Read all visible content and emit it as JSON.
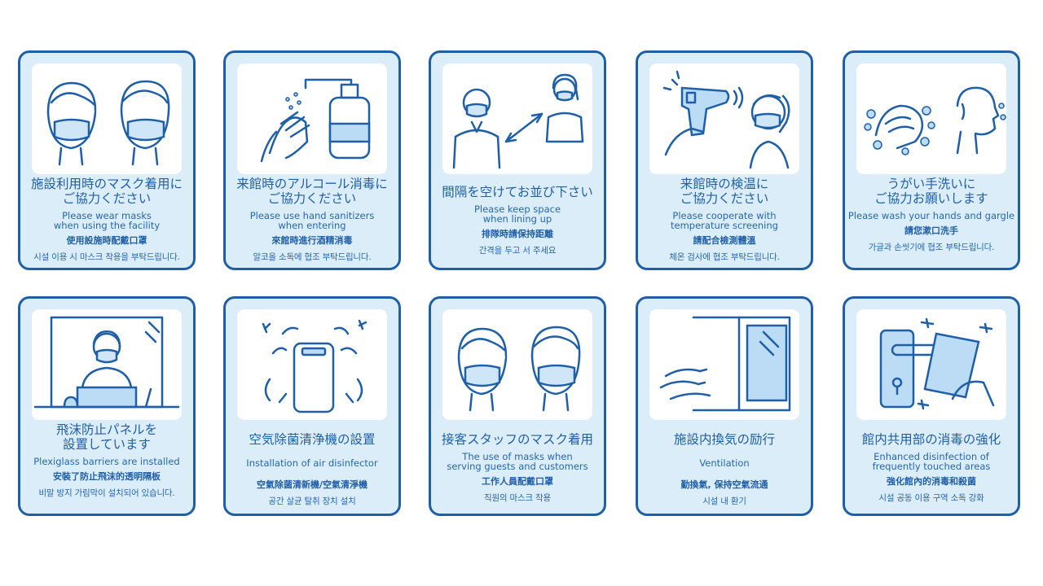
{
  "cards": [
    {
      "icon": "masked-people-icon",
      "ja": "施設利用時のマスク着用に\nご協力ください",
      "en": "Please wear masks\nwhen using the facility",
      "zh": "使用設施時配戴口罩",
      "ko": "시설 이용 시 마스크 착용을 부탁드립니다."
    },
    {
      "icon": "hand-sanitizer-icon",
      "ja": "来館時のアルコール消毒に\nご協力ください",
      "en": "Please use hand sanitizers\nwhen entering",
      "zh": "來館時進行酒精消毒",
      "ko": "알코올 소독에 협조 부탁드립니다."
    },
    {
      "icon": "social-distance-icon",
      "ja": "間隔を空けてお並び下さい",
      "en": "Please keep space\nwhen lining up",
      "zh": "排隊時請保持距離",
      "ko": "간격을 두고 서 주세요"
    },
    {
      "icon": "temperature-check-icon",
      "ja": "来館時の検温に\nご協力ください",
      "en": "Please cooperate with\ntemperature screening",
      "zh": "請配合檢測體溫",
      "ko": "체온 검사에 협조 부탁드립니다."
    },
    {
      "icon": "handwash-gargle-icon",
      "ja": "うがい手洗いに\nご協力お願いします",
      "en": "Please wash your hands and gargle",
      "zh": "請您漱口洗手",
      "ko": "가글과 손씻기에 협조 부탁드립니다."
    },
    {
      "icon": "plexiglass-barrier-icon",
      "ja": "飛沫防止パネルを\n設置しています",
      "en": "Plexiglass barriers are installed",
      "zh": "安裝了防止飛沫的透明隔板",
      "ko": "비말 방지 가림막이 설치되어 있습니다."
    },
    {
      "icon": "air-purifier-icon",
      "ja": "空気除菌清浄機の設置",
      "en": "Installation of air disinfector",
      "zh": "空氣除菌清新機/空氣清淨機",
      "ko": "공간 살균 탈취 장치 설치"
    },
    {
      "icon": "staff-mask-icon",
      "ja": "接客スタッフのマスク着用",
      "en": "The use of masks when\nserving guests and customers",
      "zh": "工作人員配戴口罩",
      "ko": "직원의 마스크 착용"
    },
    {
      "icon": "ventilation-window-icon",
      "ja": "施設内換気の励行",
      "en": "Ventilation",
      "zh": "勤換氣, 保持空氣流通",
      "ko": "시설 내 환기"
    },
    {
      "icon": "disinfect-handle-icon",
      "ja": "館内共用部の消毒の強化",
      "en": "Enhanced disinfection of\nfrequently touched areas",
      "zh": "強化館內的消毒和殺菌",
      "ko": "시설 공동 이용 구역 소독 강화"
    }
  ]
}
